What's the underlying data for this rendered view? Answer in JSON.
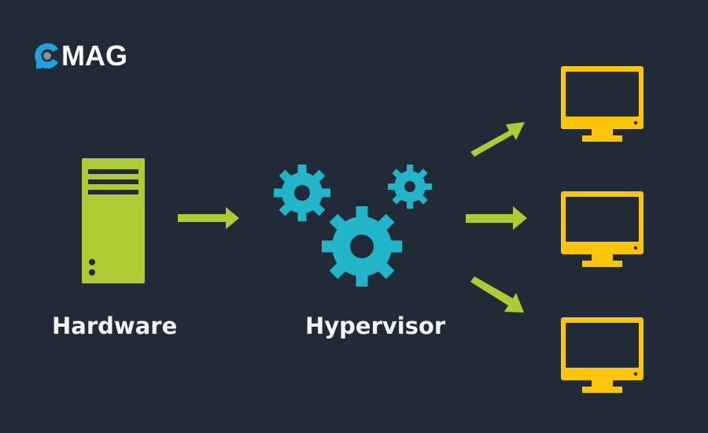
{
  "logo": {
    "text": "MAG",
    "icon": "pc-logo-icon",
    "colors": {
      "icon": "#1fa3dc",
      "dot": "#8a8f96",
      "text": "#ffffff"
    }
  },
  "diagram": {
    "title": "Hypervisor virtualization flow",
    "nodes": [
      {
        "id": "hardware",
        "label": "Hardware",
        "icon": "server-tower-icon",
        "color": "#aecb34"
      },
      {
        "id": "hypervisor",
        "label": "Hypervisor",
        "icon": "gears-icon",
        "color": "#22b5c9"
      },
      {
        "id": "vm-1",
        "label": "",
        "icon": "monitor-icon",
        "color": "#fbc60a"
      },
      {
        "id": "vm-2",
        "label": "",
        "icon": "monitor-icon",
        "color": "#fbc60a"
      },
      {
        "id": "vm-3",
        "label": "",
        "icon": "monitor-icon",
        "color": "#fbc60a"
      }
    ],
    "edges": [
      {
        "from": "hardware",
        "to": "hypervisor"
      },
      {
        "from": "hypervisor",
        "to": "vm-1"
      },
      {
        "from": "hypervisor",
        "to": "vm-2"
      },
      {
        "from": "hypervisor",
        "to": "vm-3"
      }
    ],
    "arrow_color": "#aecb34",
    "background": "#212b38"
  }
}
